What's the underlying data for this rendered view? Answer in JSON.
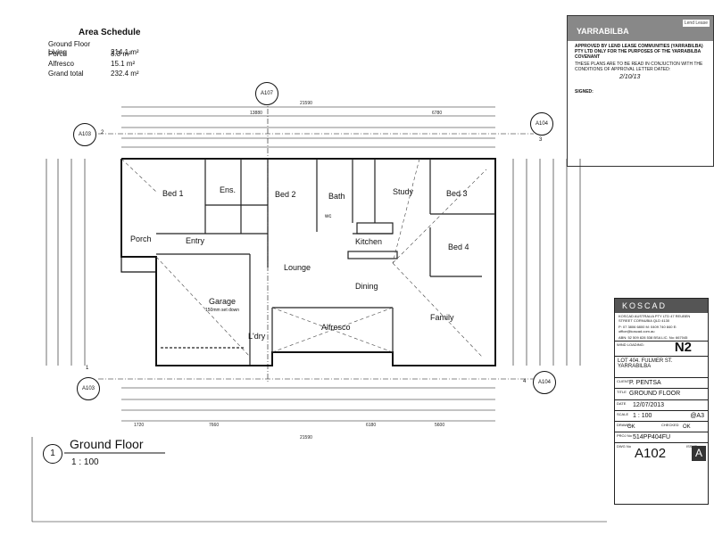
{
  "area_schedule": {
    "title": "Area Schedule",
    "rows": [
      {
        "label": "Ground Floor Living",
        "value": "214.1 m²"
      },
      {
        "label": "Porch",
        "value": "3.3 m²"
      },
      {
        "label": "Alfresco",
        "value": "15.1 m²"
      },
      {
        "label": "Grand total",
        "value": "232.4 m²"
      }
    ]
  },
  "approval": {
    "brand": "YARRABILBA",
    "corner_logo": "Lend Lease",
    "text": "APPROVED BY LEND LEASE COMMUNITIES (YARRABILBA) PTY LTD ONLY FOR THE PURPOSES OF THE YARRABILBA COVENANT",
    "note": "THESE PLANS ARE TO BE READ IN CONJUCTION WITH THE CONDITIONS OF APPROVAL LETTER DATED:",
    "date_handwritten": "2/10/13",
    "signed_label": "SIGNED:"
  },
  "rooms": {
    "bed1": "Bed 1",
    "ens": "Ens.",
    "bed2": "Bed 2",
    "bath": "Bath",
    "study": "Study",
    "bed3": "Bed 3",
    "porch": "Porch",
    "entry": "Entry",
    "kitchen": "Kitchen",
    "bed4": "Bed 4",
    "lounge": "Lounge",
    "garage": "Garage",
    "garage_note": "150mm set down",
    "dining": "Dining",
    "family": "Family",
    "ldry": "L'dry",
    "alfresco": "Alfresco",
    "wc": "wc"
  },
  "overall_dims": {
    "top_total": "21590",
    "top_left": "13880",
    "top_right": "6780",
    "bottom_total": "21590",
    "bottom_a": "7660",
    "bottom_b": "6180",
    "bottom_c": "5600",
    "bottom_d": "1720"
  },
  "refs": {
    "a107": "A107",
    "a103_top": "A103",
    "a104_top": "A104",
    "a103_bot": "A103",
    "a104_bot": "A104",
    "n2": "2",
    "n3": "3",
    "n1": "1",
    "n4": "4",
    "n1b": "1"
  },
  "title_block": {
    "company": "KOSCAD",
    "company_addr": "KOSCAD AUSTRALIA PTY LTD  47 REUBEN STREET  CORNUBIA QLD 4130",
    "company_contact": "P: 07 3806 6800  M: 0409 740 840  E: office@koscad.com.au",
    "company_lic": "ABN: 52 509 828 538  BSA LIC. No: 667045",
    "wind_label": "WIND LOADING:",
    "wind": "N2",
    "project": "LOT 404. FULMER ST. YARRABILBA",
    "client_label": "CLIENT",
    "client": "P. PENTSA",
    "title_label": "TITLE",
    "title": "GROUND FLOOR",
    "date_label": "DATE",
    "date": "12/07/2013",
    "scale_label": "SCALE",
    "scale": "1 : 100",
    "sheet_size": "@A3",
    "drawn_label": "DRAWN",
    "drawn": "OK",
    "checked_label": "CHECKED",
    "checked": "OK",
    "proj_label": "PROJ No",
    "proj": "514PP404FU",
    "dwg_label": "DWG No",
    "dwg": "A102",
    "issue_label": "ISSUE",
    "issue": "A"
  },
  "drawing_title": {
    "number": "1",
    "title": "Ground Floor",
    "scale": "1 : 100"
  }
}
